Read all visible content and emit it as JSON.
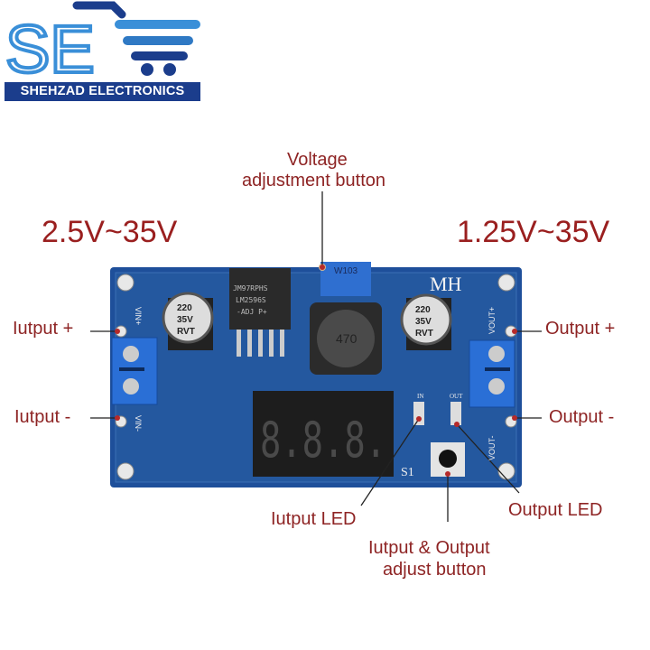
{
  "logo": {
    "initials": "SE",
    "brand": "SHEHZAD ELECTRONICS"
  },
  "labels": {
    "voltage_adjust": [
      "Voltage",
      "adjustment button"
    ],
    "input_range": "2.5V~35V",
    "output_range": "1.25V~35V",
    "input_plus": "Iutput +",
    "input_minus": "Iutput -",
    "output_plus": "Output +",
    "output_minus": "Output -",
    "input_led": "Iutput LED",
    "output_led": "Output LED",
    "adjust_button": [
      "Iutput & Output",
      "adjust button"
    ]
  },
  "board": {
    "brand_mark": "MH",
    "potentiometer": "W103",
    "chip": [
      "JM97RPHS",
      "LM2596S",
      "-ADJ  P+"
    ],
    "inductor": "470",
    "capacitor": [
      "220",
      "35V",
      "RVT"
    ],
    "silk": {
      "vin_plus": "VIN+",
      "vin_minus": "VIN-",
      "vout_plus": "VOUT+",
      "vout_minus": "VOUT-",
      "in": "IN",
      "out": "OUT",
      "switch": "S1"
    },
    "display": "8.8.8."
  },
  "colors": {
    "label": "#8e2424",
    "pcb": "#1e4f9a",
    "terminal": "#2a6fd6",
    "logo_dark": "#1b3d8c",
    "logo_light": "#3a8fd8"
  }
}
